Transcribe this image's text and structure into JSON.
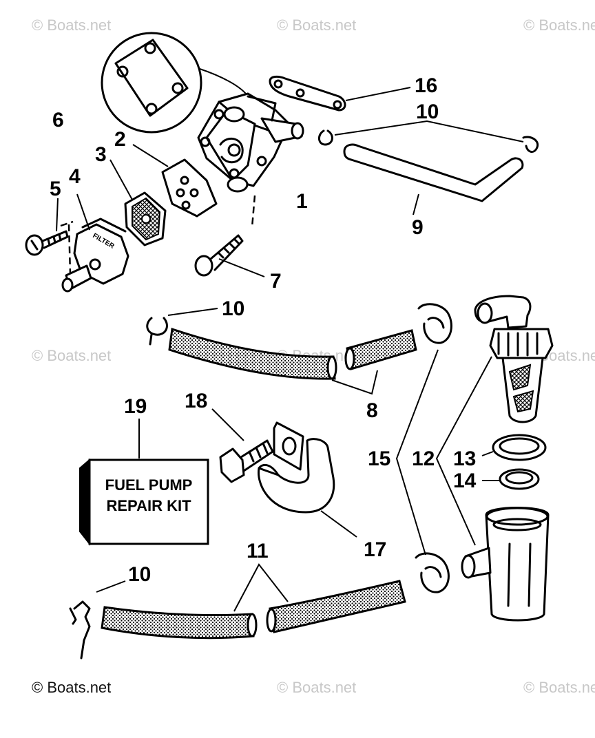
{
  "watermark": "© Boats.net",
  "kit_label": {
    "line1": "FUEL PUMP",
    "line2": "REPAIR KIT"
  },
  "filter_text": "FILTER",
  "callouts": {
    "c1": "1",
    "c2": "2",
    "c3": "3",
    "c4": "4",
    "c5": "5",
    "c6": "6",
    "c7": "7",
    "c8": "8",
    "c9": "9",
    "c10a": "10",
    "c10b": "10",
    "c10c": "10",
    "c11": "11",
    "c12": "12",
    "c13": "13",
    "c14": "14",
    "c15": "15",
    "c16": "16",
    "c17": "17",
    "c18": "18",
    "c19": "19"
  }
}
